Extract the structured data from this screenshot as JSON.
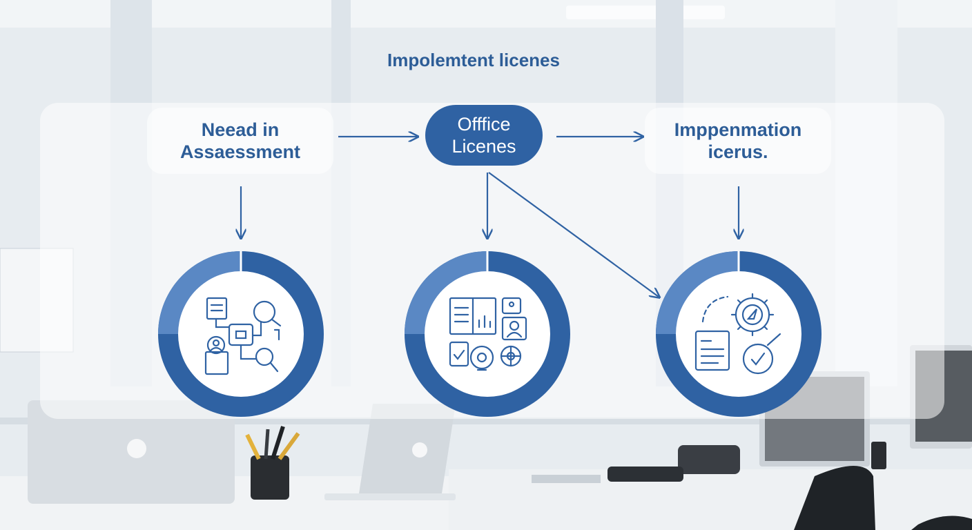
{
  "diagram": {
    "title": "Impolemtent licenes",
    "stages": [
      {
        "label": "Neead  in\nAssaessment",
        "icon": "assessment-icon"
      },
      {
        "label": "Offfice\nLicenes",
        "icon": "office-license-icon"
      },
      {
        "label": "Imppenmation\nicerus.",
        "icon": "implementation-gear-icon"
      }
    ]
  },
  "colors": {
    "primary": "#2f62a3",
    "ring_light": "#5a88c4",
    "text": "#2d5d97",
    "panel": "#ffffff"
  }
}
